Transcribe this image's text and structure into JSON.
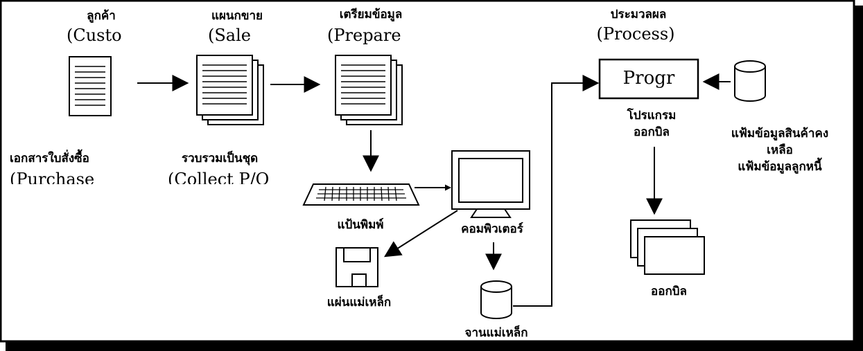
{
  "diagram": {
    "customer": {
      "title": "ลูกค้า",
      "title_en": "(Custo",
      "doc": "เอกสารใบสั่งซื้อ",
      "doc_en": "(Purchase"
    },
    "sales": {
      "title": "แผนกขาย",
      "title_en": "(Sale",
      "doc": "รวบรวมเป็นชุด",
      "doc_en": "(Collect P/O"
    },
    "prepare": {
      "title": "เตรียมข้อมูล",
      "title_en": "(Prepare"
    },
    "process": {
      "title": "ประมวลผล",
      "title_en": "(Process)",
      "box": "Progr",
      "caption_1": "โปรแกรม",
      "caption_2": "ออกบิล"
    },
    "keyboard": {
      "label": "แป้นพิมพ์"
    },
    "computer": {
      "label": "คอมพิวเตอร์"
    },
    "floppy": {
      "label": "แผ่นแม่เหล็ก"
    },
    "disk": {
      "label": "จานแม่เหล็ก"
    },
    "files": {
      "line_1": "แฟ้มข้อมูลสินค้าคง",
      "line_2": "เหลือ",
      "line_3": "แฟ้มข้อมูลลูกหนี้"
    },
    "bill": {
      "label": "ออกบิล"
    }
  },
  "colors": {
    "line": "#000000",
    "background": "#ffffff",
    "frame_shadow": "#000000"
  }
}
